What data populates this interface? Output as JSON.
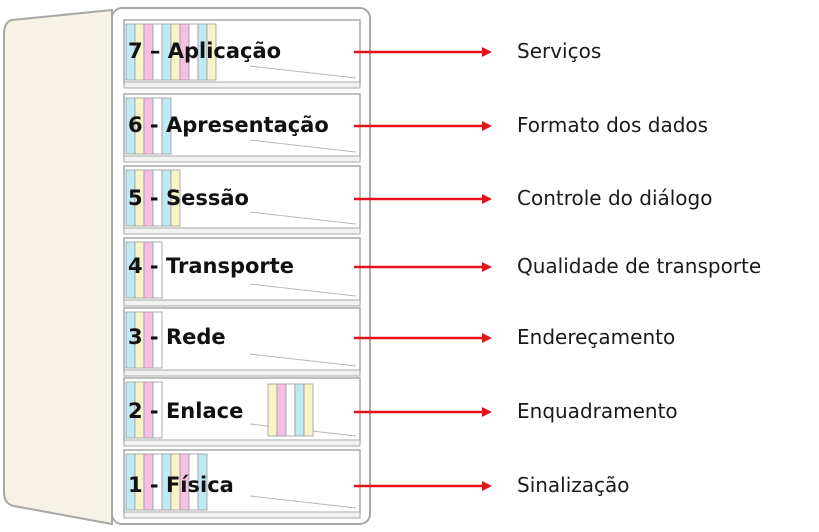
{
  "diagram": {
    "colors": {
      "cabinet_front": "#ffffff",
      "cabinet_side": "#f7f2e6",
      "cabinet_edge": "#a8a8a8",
      "shelf": "#f2f2f2",
      "arrow": "#e3121b",
      "book_palette": [
        "#bfe9f3",
        "#f8f4c8",
        "#f6bfe3",
        "#ffffff"
      ]
    },
    "layers": [
      {
        "label": "7 – Aplicação",
        "function": "Serviços"
      },
      {
        "label": "6 - Apresentação",
        "function": "Formato dos dados"
      },
      {
        "label": "5 - Sessão",
        "function": "Controle do diálogo"
      },
      {
        "label": "4 - Transporte",
        "function": "Qualidade de transporte"
      },
      {
        "label": "3 - Rede",
        "function": "Endereçamento"
      },
      {
        "label": "2 - Enlace",
        "function": "Enquadramento"
      },
      {
        "label": "1 - Física",
        "function": "Sinalização"
      }
    ]
  }
}
